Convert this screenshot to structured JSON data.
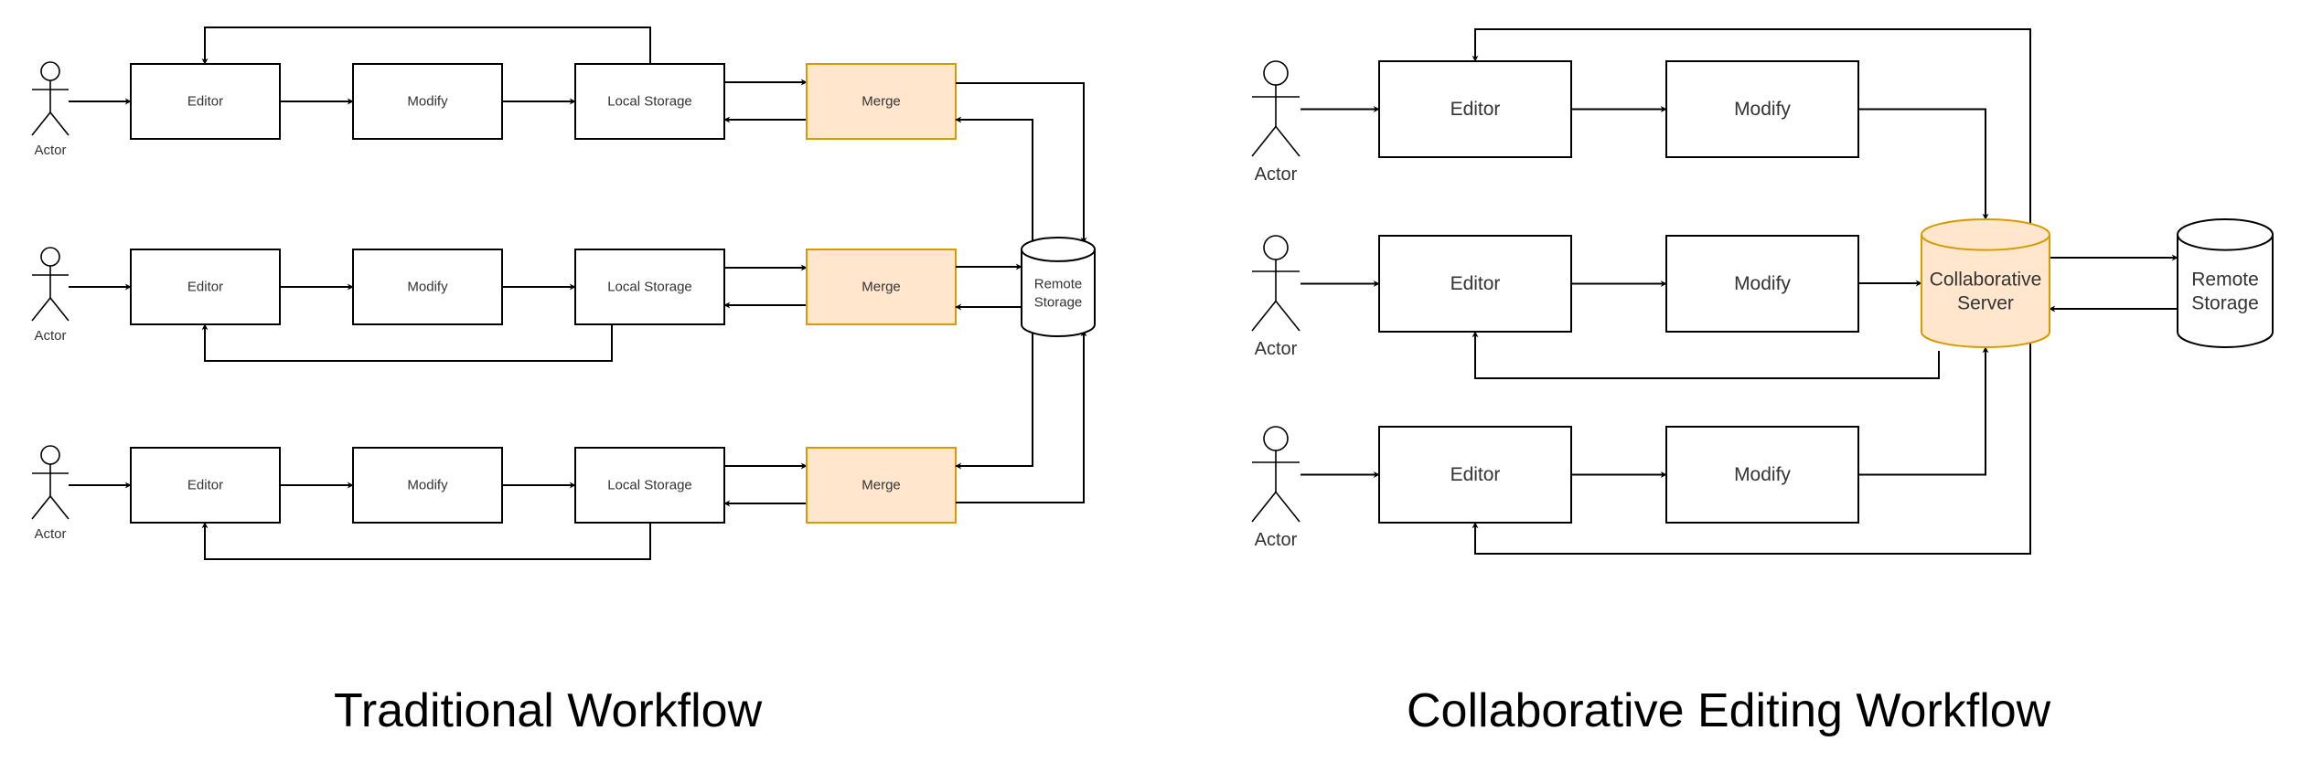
{
  "titles": {
    "traditional": "Traditional Workflow",
    "collaborative": "Collaborative Editing Workflow"
  },
  "colors": {
    "highlight_fill": "#ffe6cc",
    "highlight_stroke": "#d79b00",
    "line": "#000000"
  },
  "traditional": {
    "actor_label": "Actor",
    "rows": [
      {
        "actor": "Actor",
        "editor": "Editor",
        "modify": "Modify",
        "local_storage": "Local Storage",
        "merge": "Merge"
      },
      {
        "actor": "Actor",
        "editor": "Editor",
        "modify": "Modify",
        "local_storage": "Local Storage",
        "merge": "Merge"
      },
      {
        "actor": "Actor",
        "editor": "Editor",
        "modify": "Modify",
        "local_storage": "Local Storage",
        "merge": "Merge"
      }
    ],
    "remote_storage": "Remote Storage"
  },
  "collaborative": {
    "rows": [
      {
        "actor": "Actor",
        "editor": "Editor",
        "modify": "Modify"
      },
      {
        "actor": "Actor",
        "editor": "Editor",
        "modify": "Modify"
      },
      {
        "actor": "Actor",
        "editor": "Editor",
        "modify": "Modify"
      }
    ],
    "server": "Collaborative Server",
    "remote_storage": "Remote Storage"
  }
}
